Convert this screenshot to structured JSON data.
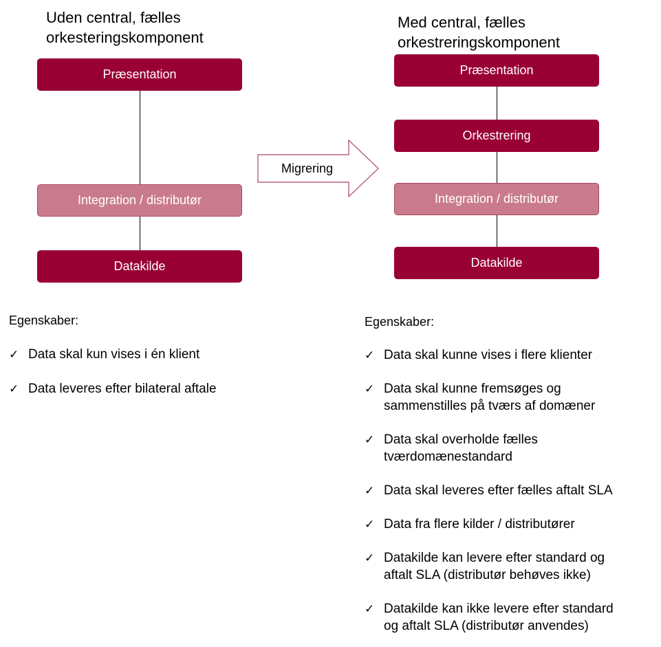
{
  "left": {
    "title_line1": "Uden central, fælles",
    "title_line2": "orkesteringskomponent",
    "boxes": {
      "presentation": "Præsentation",
      "integration": "Integration / distributør",
      "datasource": "Datakilde"
    },
    "props_heading": "Egenskaber:",
    "props": [
      "Data skal kun  vises i én klient",
      "Data leveres efter bilateral aftale"
    ]
  },
  "arrow": {
    "label": "Migrering"
  },
  "right": {
    "title_line1": "Med central, fælles",
    "title_line2": "orkestreringskomponent",
    "boxes": {
      "presentation": "Præsentation",
      "orchestration": "Orkestrering",
      "integration": "Integration / distributør",
      "datasource": "Datakilde"
    },
    "props_heading": "Egenskaber:",
    "props": [
      [
        "Data skal kunne  vises i flere klienter"
      ],
      [
        "Data skal kunne  fremsøges og",
        "sammenstilles  på tværs af domæner"
      ],
      [
        "Data skal overholde fælles",
        "tværdomænestandard"
      ],
      [
        "Data skal leveres efter fælles aftalt SLA"
      ],
      [
        "Data fra flere kilder / distributører"
      ],
      [
        "Datakilde kan levere efter standard og",
        "aftalt SLA (distributør behøves ikke)"
      ],
      [
        "Datakilde kan ikke levere efter standard",
        "og aftalt SLA (distributør anvendes)"
      ]
    ]
  },
  "check_glyph": "✓",
  "colors": {
    "dark_box": "#990033",
    "light_box": "#c97b8d"
  }
}
